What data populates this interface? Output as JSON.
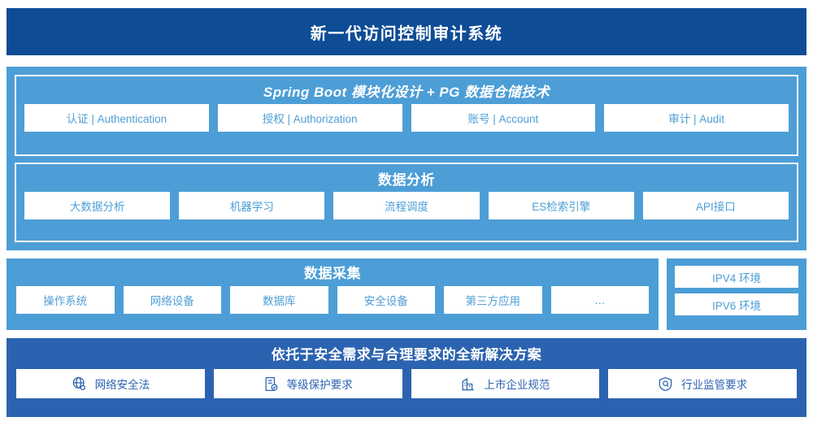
{
  "header": {
    "title": "新一代访问控制审计系统"
  },
  "platform": {
    "spring": {
      "title": "Spring Boot 模块化设计 + PG 数据仓储技术",
      "items": [
        "认证 | Authentication",
        "授权 | Authorization",
        "账号 | Account",
        "审计 | Audit"
      ]
    },
    "analysis": {
      "title": "数据分析",
      "items": [
        "大数据分析",
        "机器学习",
        "流程调度",
        "ES检索引擎",
        "API接口"
      ]
    }
  },
  "collection": {
    "title": "数据采集",
    "items": [
      "操作系统",
      "网络设备",
      "数据库",
      "安全设备",
      "第三方应用",
      "…"
    ]
  },
  "environment": {
    "items": [
      "IPV4 环境",
      "IPV6 环境"
    ]
  },
  "compliance": {
    "title": "依托于安全需求与合理要求的全新解决方案",
    "items": [
      {
        "label": "网络安全法",
        "icon": "globe-icon"
      },
      {
        "label": "等级保护要求",
        "icon": "document-check-icon"
      },
      {
        "label": "上市企业规范",
        "icon": "bank-building-icon"
      },
      {
        "label": "行业监管要求",
        "icon": "shield-search-icon"
      }
    ]
  },
  "colors": {
    "header_navy": "#0e4c95",
    "panel_blue": "#4d9ed6",
    "compliance_blue": "#2c63b0",
    "chip_text_blue": "#4d9ed6",
    "chip_white": "#ffffff"
  }
}
